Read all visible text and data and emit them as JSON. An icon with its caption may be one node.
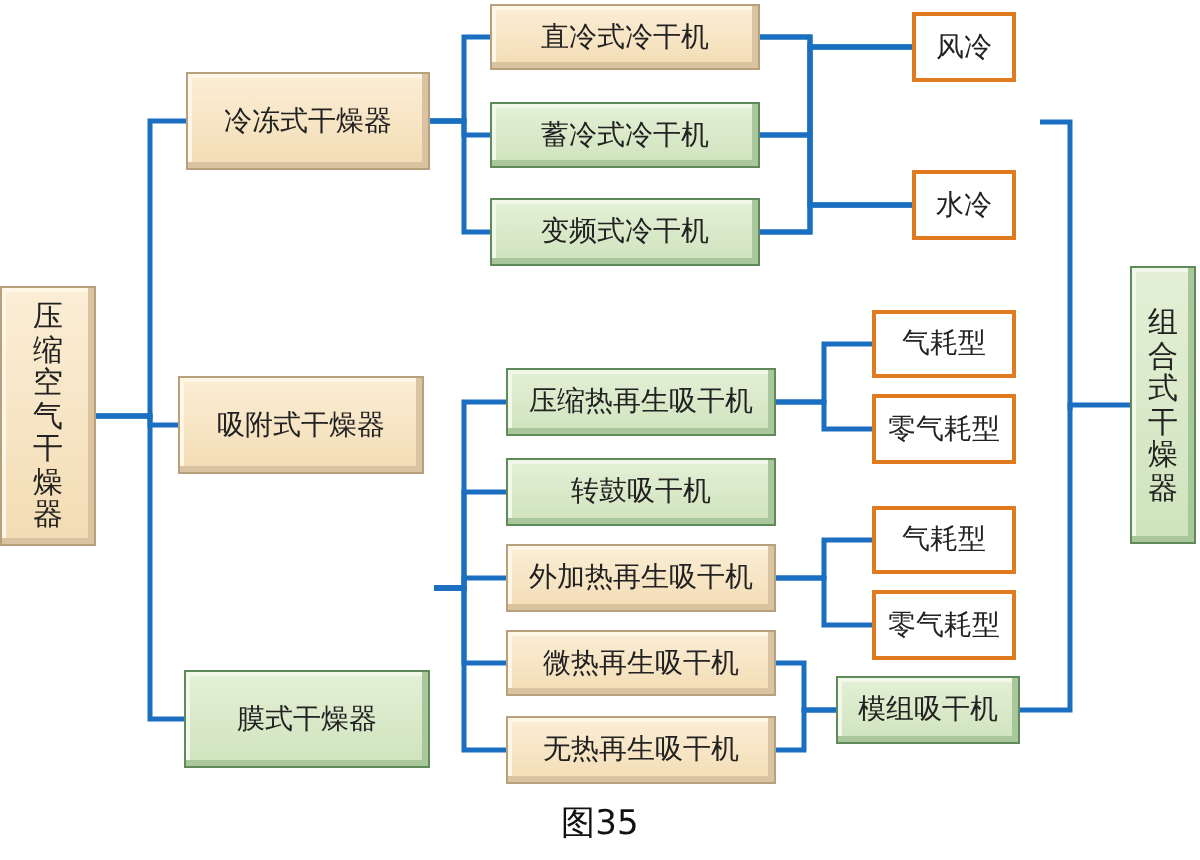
{
  "diagram": {
    "caption": "图35",
    "nodes": [
      {
        "text": [
          "压缩空气干燥器"
        ]
      },
      {
        "text": [
          "冷冻式干燥器"
        ]
      },
      {
        "text": [
          "直冷式冷干机"
        ]
      },
      {
        "text": [
          "蓄冷式冷干机"
        ]
      },
      {
        "text": [
          "变频式冷干机"
        ]
      },
      {
        "text": [
          "风冷"
        ]
      },
      {
        "text": [
          "水冷"
        ]
      },
      {
        "text": [
          "组合式干燥器"
        ]
      },
      {
        "text": [
          "吸附式干燥器"
        ]
      },
      {
        "text": [
          "压缩热再生吸干机"
        ]
      },
      {
        "text": [
          "气耗型"
        ]
      },
      {
        "text": [
          "零气耗型"
        ]
      },
      {
        "text": [
          "转鼓吸干机"
        ]
      },
      {
        "text": [
          "外加热再生吸干机"
        ]
      },
      {
        "text": [
          "气耗型"
        ]
      },
      {
        "text": [
          "零气耗型"
        ]
      },
      {
        "text": [
          "膜式干燥器"
        ]
      },
      {
        "text": [
          "微热再生吸干机"
        ]
      },
      {
        "text": [
          "无热再生吸干机"
        ]
      },
      {
        "text": [
          "模组吸干机"
        ]
      }
    ],
    "edges": [
      {
        "from": 0,
        "to": 1,
        "arrow": "none"
      },
      {
        "from": 0,
        "to": 8,
        "arrow": "none"
      },
      {
        "from": 0,
        "to": 16,
        "arrow": "none"
      },
      {
        "from": 1,
        "to": 2,
        "arrow": "none"
      },
      {
        "from": 1,
        "to": 3,
        "arrow": "none"
      },
      {
        "from": 1,
        "to": 4,
        "arrow": "none"
      },
      {
        "from": 2,
        "to": 5,
        "arrow": "none"
      },
      {
        "from": 2,
        "to": 6,
        "arrow": "none"
      },
      {
        "from": 3,
        "to": 5,
        "arrow": "none"
      },
      {
        "from": 3,
        "to": 6,
        "arrow": "none"
      },
      {
        "from": 4,
        "to": 5,
        "arrow": "none"
      },
      {
        "from": 4,
        "to": 6,
        "arrow": "none"
      },
      {
        "from": null,
        "to": 9,
        "arrow": "none"
      },
      {
        "from": null,
        "to": 12,
        "arrow": "none"
      },
      {
        "from": null,
        "to": 13,
        "arrow": "none"
      },
      {
        "from": null,
        "to": 17,
        "arrow": "none"
      },
      {
        "from": null,
        "to": 18,
        "arrow": "none"
      },
      {
        "from": 9,
        "to": 10,
        "arrow": "none"
      },
      {
        "from": 9,
        "to": 11,
        "arrow": "none"
      },
      {
        "from": 13,
        "to": 14,
        "arrow": "none"
      },
      {
        "from": 13,
        "to": 15,
        "arrow": "none"
      },
      {
        "from": 17,
        "to": 19,
        "arrow": "none"
      },
      {
        "from": 18,
        "to": 19,
        "arrow": "none"
      },
      {
        "from": 19,
        "to": 7,
        "arrow": "none"
      }
    ]
  }
}
